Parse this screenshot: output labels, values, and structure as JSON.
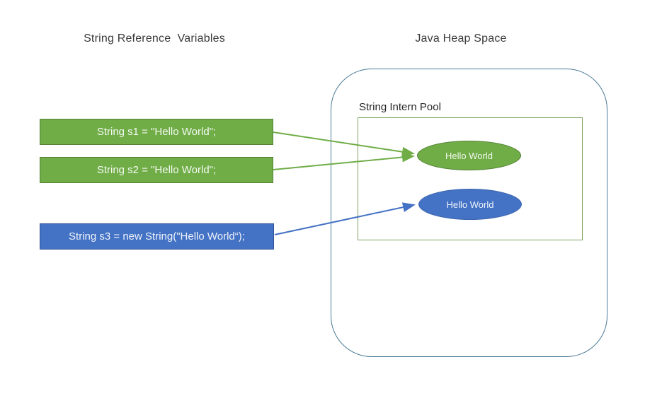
{
  "titles": {
    "left": "String Reference  Variables",
    "right": "Java Heap Space"
  },
  "heap": {
    "intern_pool_label": "String Intern Pool"
  },
  "variables": [
    {
      "id": "s1",
      "label": "String s1 = \"Hello World\";",
      "type": "string-literal",
      "points_to": "intern-pool-green-object"
    },
    {
      "id": "s2",
      "label": "String s2 = \"Hello World\";",
      "type": "string-literal",
      "points_to": "intern-pool-green-object"
    },
    {
      "id": "s3",
      "label": "String s3 = new String(\"Hello World“);",
      "type": "new-string",
      "points_to": "heap-blue-object"
    }
  ],
  "objects": {
    "green_object_label": "Hello World",
    "blue_object_label": "Hello World"
  },
  "colors": {
    "green_fill": "#70ad47",
    "green_border": "#538135",
    "blue_fill": "#4472c4",
    "blue_border": "#2f5597",
    "heap_outline": "#4a7a96",
    "pool_outline": "#7ca35f",
    "title_text": "#3a3a3a",
    "box_text": "#ffffff"
  }
}
